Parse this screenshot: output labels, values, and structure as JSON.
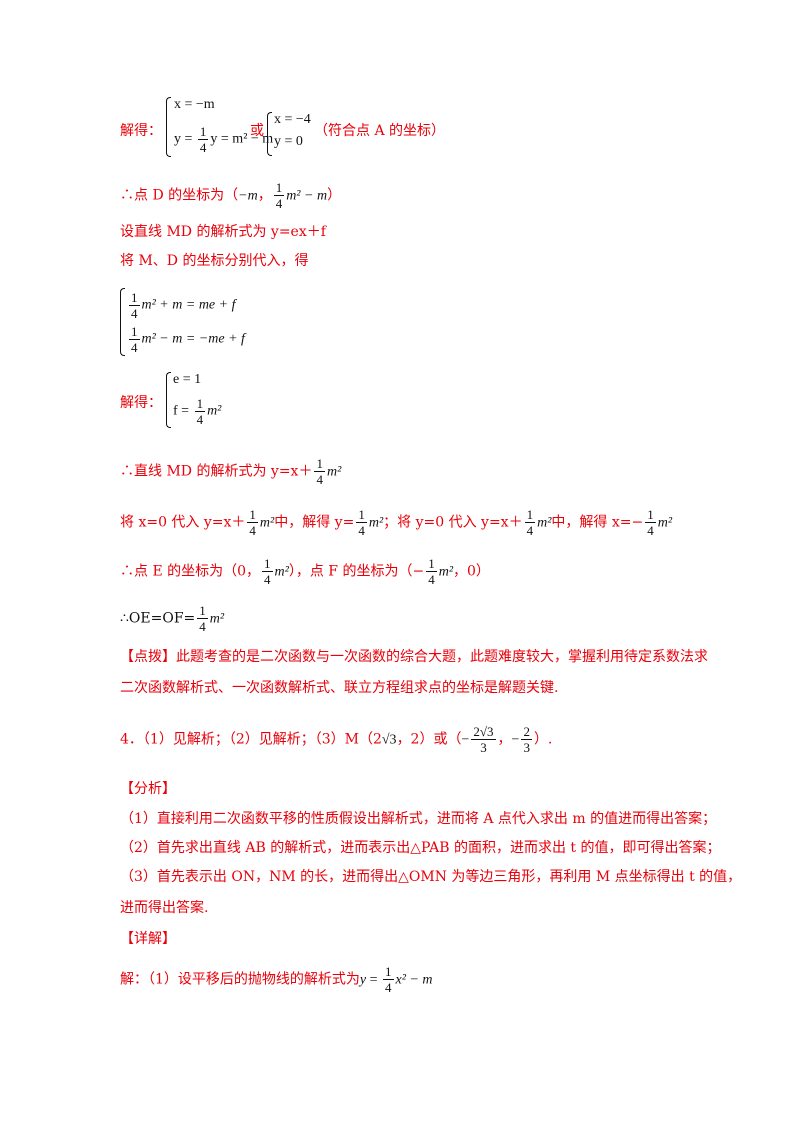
{
  "line1": {
    "prefix": "解得：",
    "sys1": [
      "x = −m",
      "y = m² − m"
    ],
    "or": "或",
    "sys2": [
      "x = −4",
      "y = 0"
    ],
    "note": "（符合点 A 的坐标）"
  },
  "line2": {
    "text1": "∴点 D 的坐标为（",
    "m": "−m",
    "comma": "，",
    "tail": "m² − m",
    "close": "）"
  },
  "line3": "设直线 MD 的解析式为 y=ex＋f",
  "line4": "将 M、D 的坐标分别代入，得",
  "line5": {
    "eq1": "m² + m = me + f",
    "eq2": "m² − m = −me + f"
  },
  "line6": {
    "prefix": "解得：",
    "eq1": "e = 1",
    "eq2": "f = m²"
  },
  "line7": {
    "text": "∴直线 MD 的解析式为 y=x＋",
    "tail": "m²"
  },
  "line8": {
    "a": "将 x=0 代入 y=x＋",
    "b": "中，解得 y=",
    "c": "；将 y=0 代入 y=x＋",
    "d": "中，解得 x=−"
  },
  "line9": {
    "a": "∴点 E 的坐标为（0，",
    "b": "），点 F 的坐标为（−",
    "c": "，0）"
  },
  "line10": {
    "a": "∴OE=OF="
  },
  "dianbo": {
    "label": "【点拨】",
    "text1": "此题考查的是二次函数与一次函数的综合大题，此题难度较大，掌握利用待定系数法求",
    "text2": "二次函数解析式、一次函数解析式、联立方程组求点的坐标是解题关键."
  },
  "q4": {
    "a": "4．（1）见解析；（2）见解析；（3）M（2",
    "b": "，2）或（",
    "c": "，",
    "d": "）."
  },
  "fenxi": {
    "label": "【分析】",
    "p1": "（1）直接利用二次函数平移的性质假设出解析式，进而将 A 点代入求出 m 的值进而得出答案；",
    "p2": "（2）首先求出直线 AB 的解析式，进而表示出△PAB 的面积，进而求出 t 的值，即可得出答案；",
    "p3a": "（3）首先表示出 ON，NM 的长，进而得出△OMN 为等边三角形，再利用 M 点坐标得出 t 的值，",
    "p3b": "进而得出答案."
  },
  "xiangjie": {
    "label": "【详解】",
    "text": "解：（1）设平移后的抛物线的解析式为",
    "tail": "x² − m"
  },
  "fraction": {
    "num": "1",
    "den": "4",
    "num23": "2√3",
    "den3": "3",
    "num2": "2",
    "sqrt3": "√3"
  }
}
